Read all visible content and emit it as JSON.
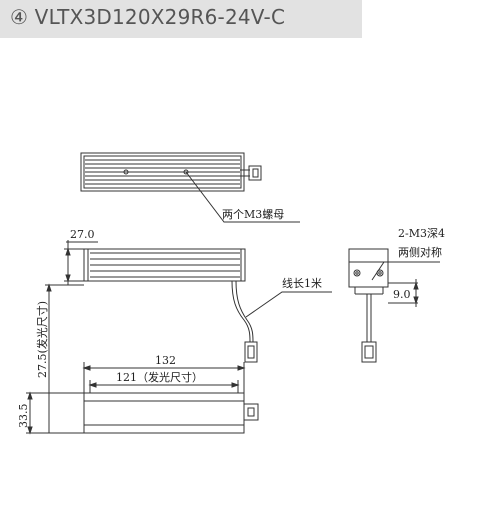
{
  "header": {
    "title": "④ VLTX3D120X29R6-24V-C"
  },
  "drawing": {
    "labels": {
      "nuts": "两个M3螺母",
      "width_27": "27.0",
      "cable": "线长1米",
      "screw_holes": "2-M3深4",
      "symmetric": "两侧对称",
      "depth_9": "9.0",
      "length_132": "132",
      "length_121": "121（发光尺寸）",
      "height_emitting": "27.5(发光尺寸)",
      "height_total": "33.5"
    }
  },
  "colors": {
    "title_bg": "#e2e2e2",
    "title_text": "#555555",
    "line": "#333333"
  }
}
